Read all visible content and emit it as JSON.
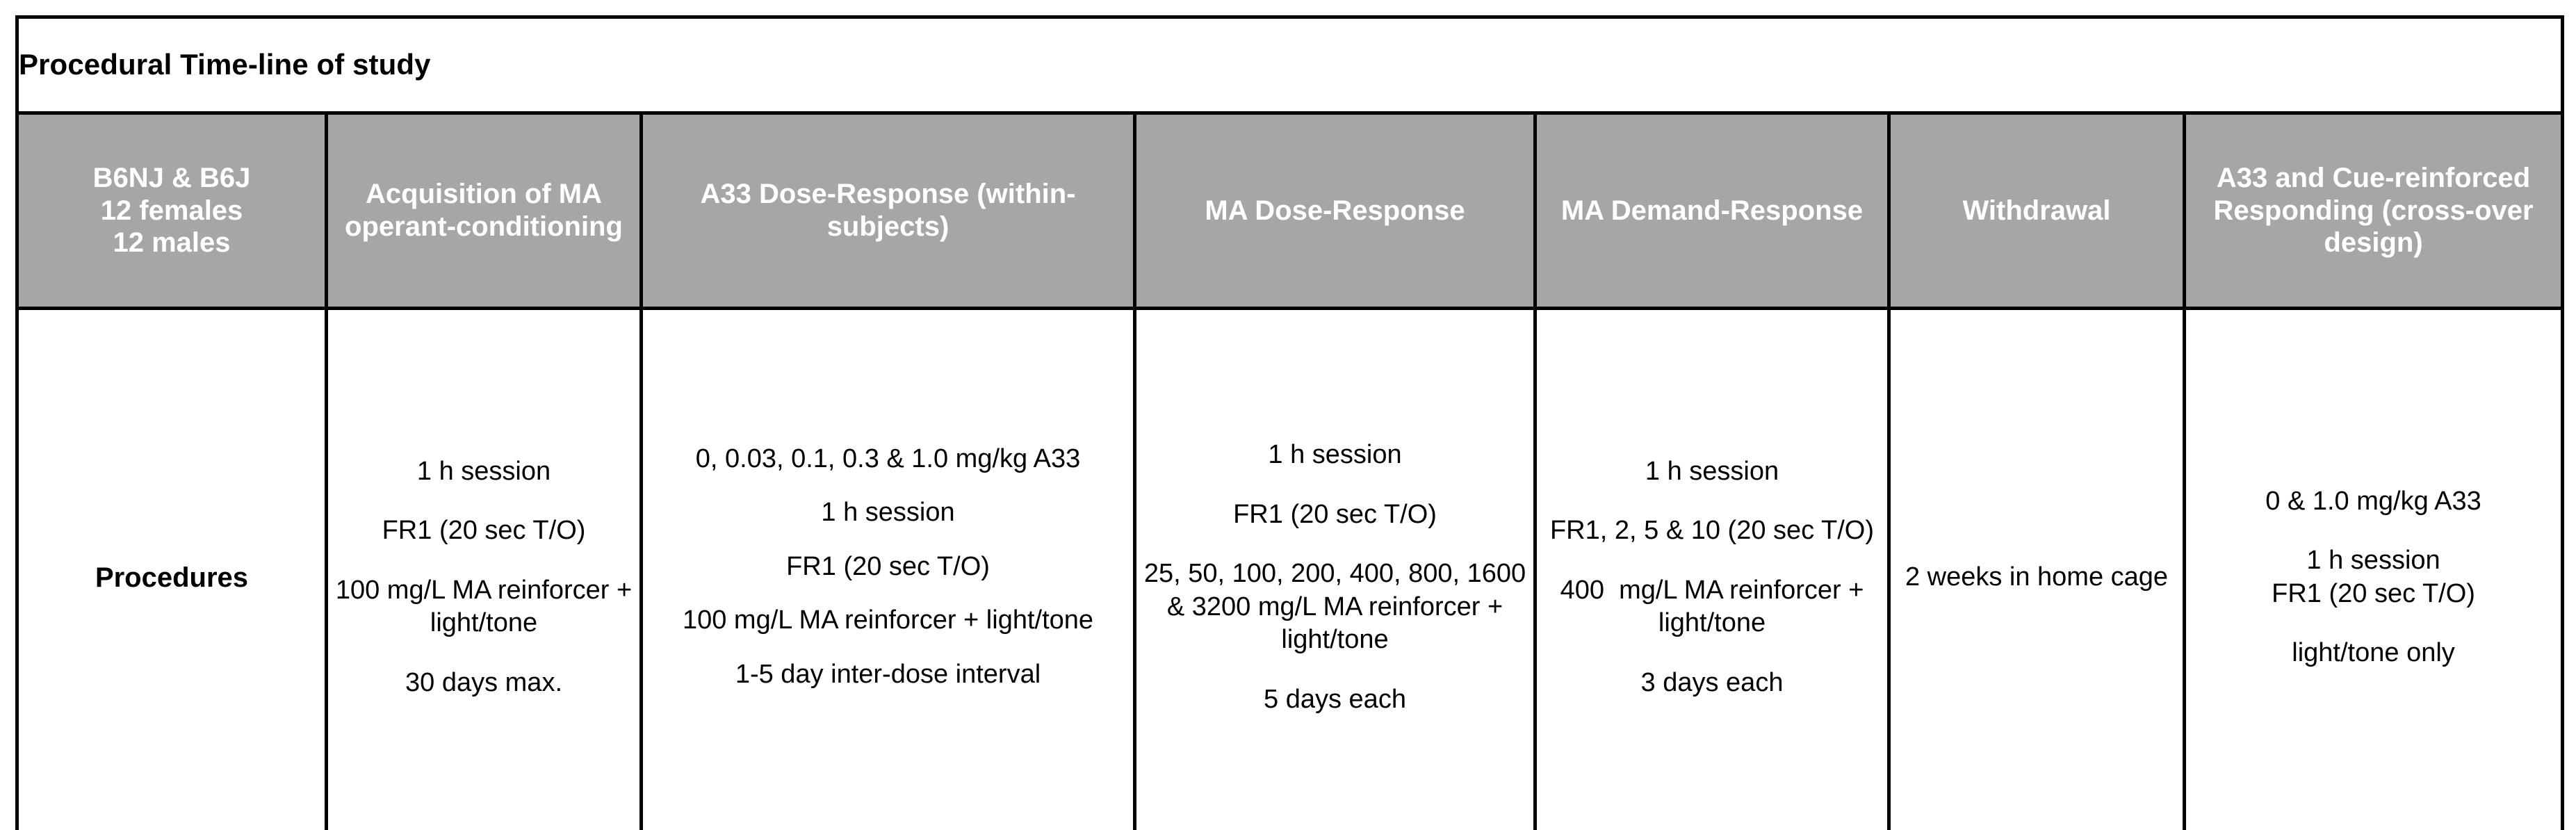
{
  "table": {
    "title": "Procedural Time-line of study",
    "headers": [
      {
        "main": "B6NJ & B6J",
        "sub": [
          "12 females",
          "12 males"
        ]
      },
      {
        "main": "Acquisition of MA operant-conditioning",
        "sub": []
      },
      {
        "main": "A33 Dose-Response (within-subjects)",
        "sub": []
      },
      {
        "main": "MA Dose-Response",
        "sub": []
      },
      {
        "main": "MA Demand-Response",
        "sub": []
      },
      {
        "main": "Withdrawal",
        "sub": []
      },
      {
        "main": "A33 and Cue-reinforced Responding (cross-over design)",
        "sub": []
      }
    ],
    "row_label": "Procedures",
    "cells": {
      "acquisition": [
        "1 h session",
        "FR1 (20 sec T/O)",
        "100 mg/L MA reinforcer + light/tone",
        "30 days max."
      ],
      "a33_dose_response": [
        "0, 0.03, 0.1, 0.3 & 1.0 mg/kg A33",
        "1 h session",
        "FR1 (20 sec T/O)",
        "100 mg/L MA reinforcer + light/tone",
        "1-5 day inter-dose interval"
      ],
      "ma_dose_response": [
        "1 h session",
        "FR1 (20 sec T/O)",
        "25, 50, 100, 200, 400, 800, 1600 & 3200 mg/L MA reinforcer + light/tone",
        "5 days each"
      ],
      "ma_demand_response": [
        "1 h session",
        "FR1, 2, 5 & 10 (20 sec T/O)",
        "400  mg/L MA reinforcer + light/tone",
        "3 days each"
      ],
      "withdrawal": [
        "2 weeks in home cage"
      ],
      "a33_cue_reinforced": [
        "0 & 1.0 mg/kg A33",
        "1 h session\nFR1 (20 sec T/O)",
        "light/tone only"
      ]
    }
  },
  "colors": {
    "header_fill": "#a6a6a6",
    "header_text": "#ffffff",
    "border": "#000000",
    "body_fill": "#ffffff",
    "body_text": "#000000"
  }
}
